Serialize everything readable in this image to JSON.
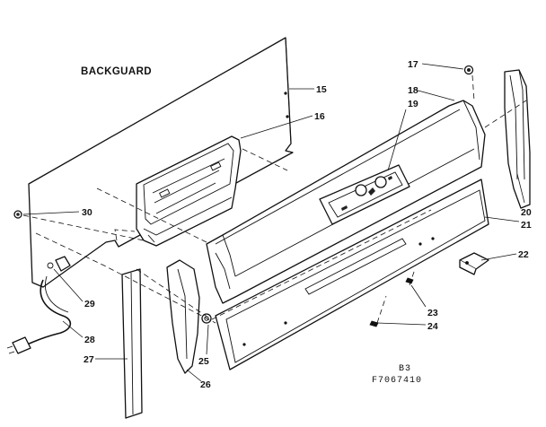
{
  "diagram": {
    "title": "BACKGUARD",
    "page_ref": "B3",
    "drawing_number": "F7067410",
    "callouts": [
      {
        "id": "15",
        "text": "15"
      },
      {
        "id": "16",
        "text": "16"
      },
      {
        "id": "17",
        "text": "17"
      },
      {
        "id": "18",
        "text": "18"
      },
      {
        "id": "19",
        "text": "19"
      },
      {
        "id": "20",
        "text": "20"
      },
      {
        "id": "21",
        "text": "21"
      },
      {
        "id": "22",
        "text": "22"
      },
      {
        "id": "23",
        "text": "23"
      },
      {
        "id": "24",
        "text": "24"
      },
      {
        "id": "25",
        "text": "25"
      },
      {
        "id": "26",
        "text": "26"
      },
      {
        "id": "27",
        "text": "27"
      },
      {
        "id": "28",
        "text": "28"
      },
      {
        "id": "29",
        "text": "29"
      },
      {
        "id": "30",
        "text": "30"
      }
    ]
  }
}
